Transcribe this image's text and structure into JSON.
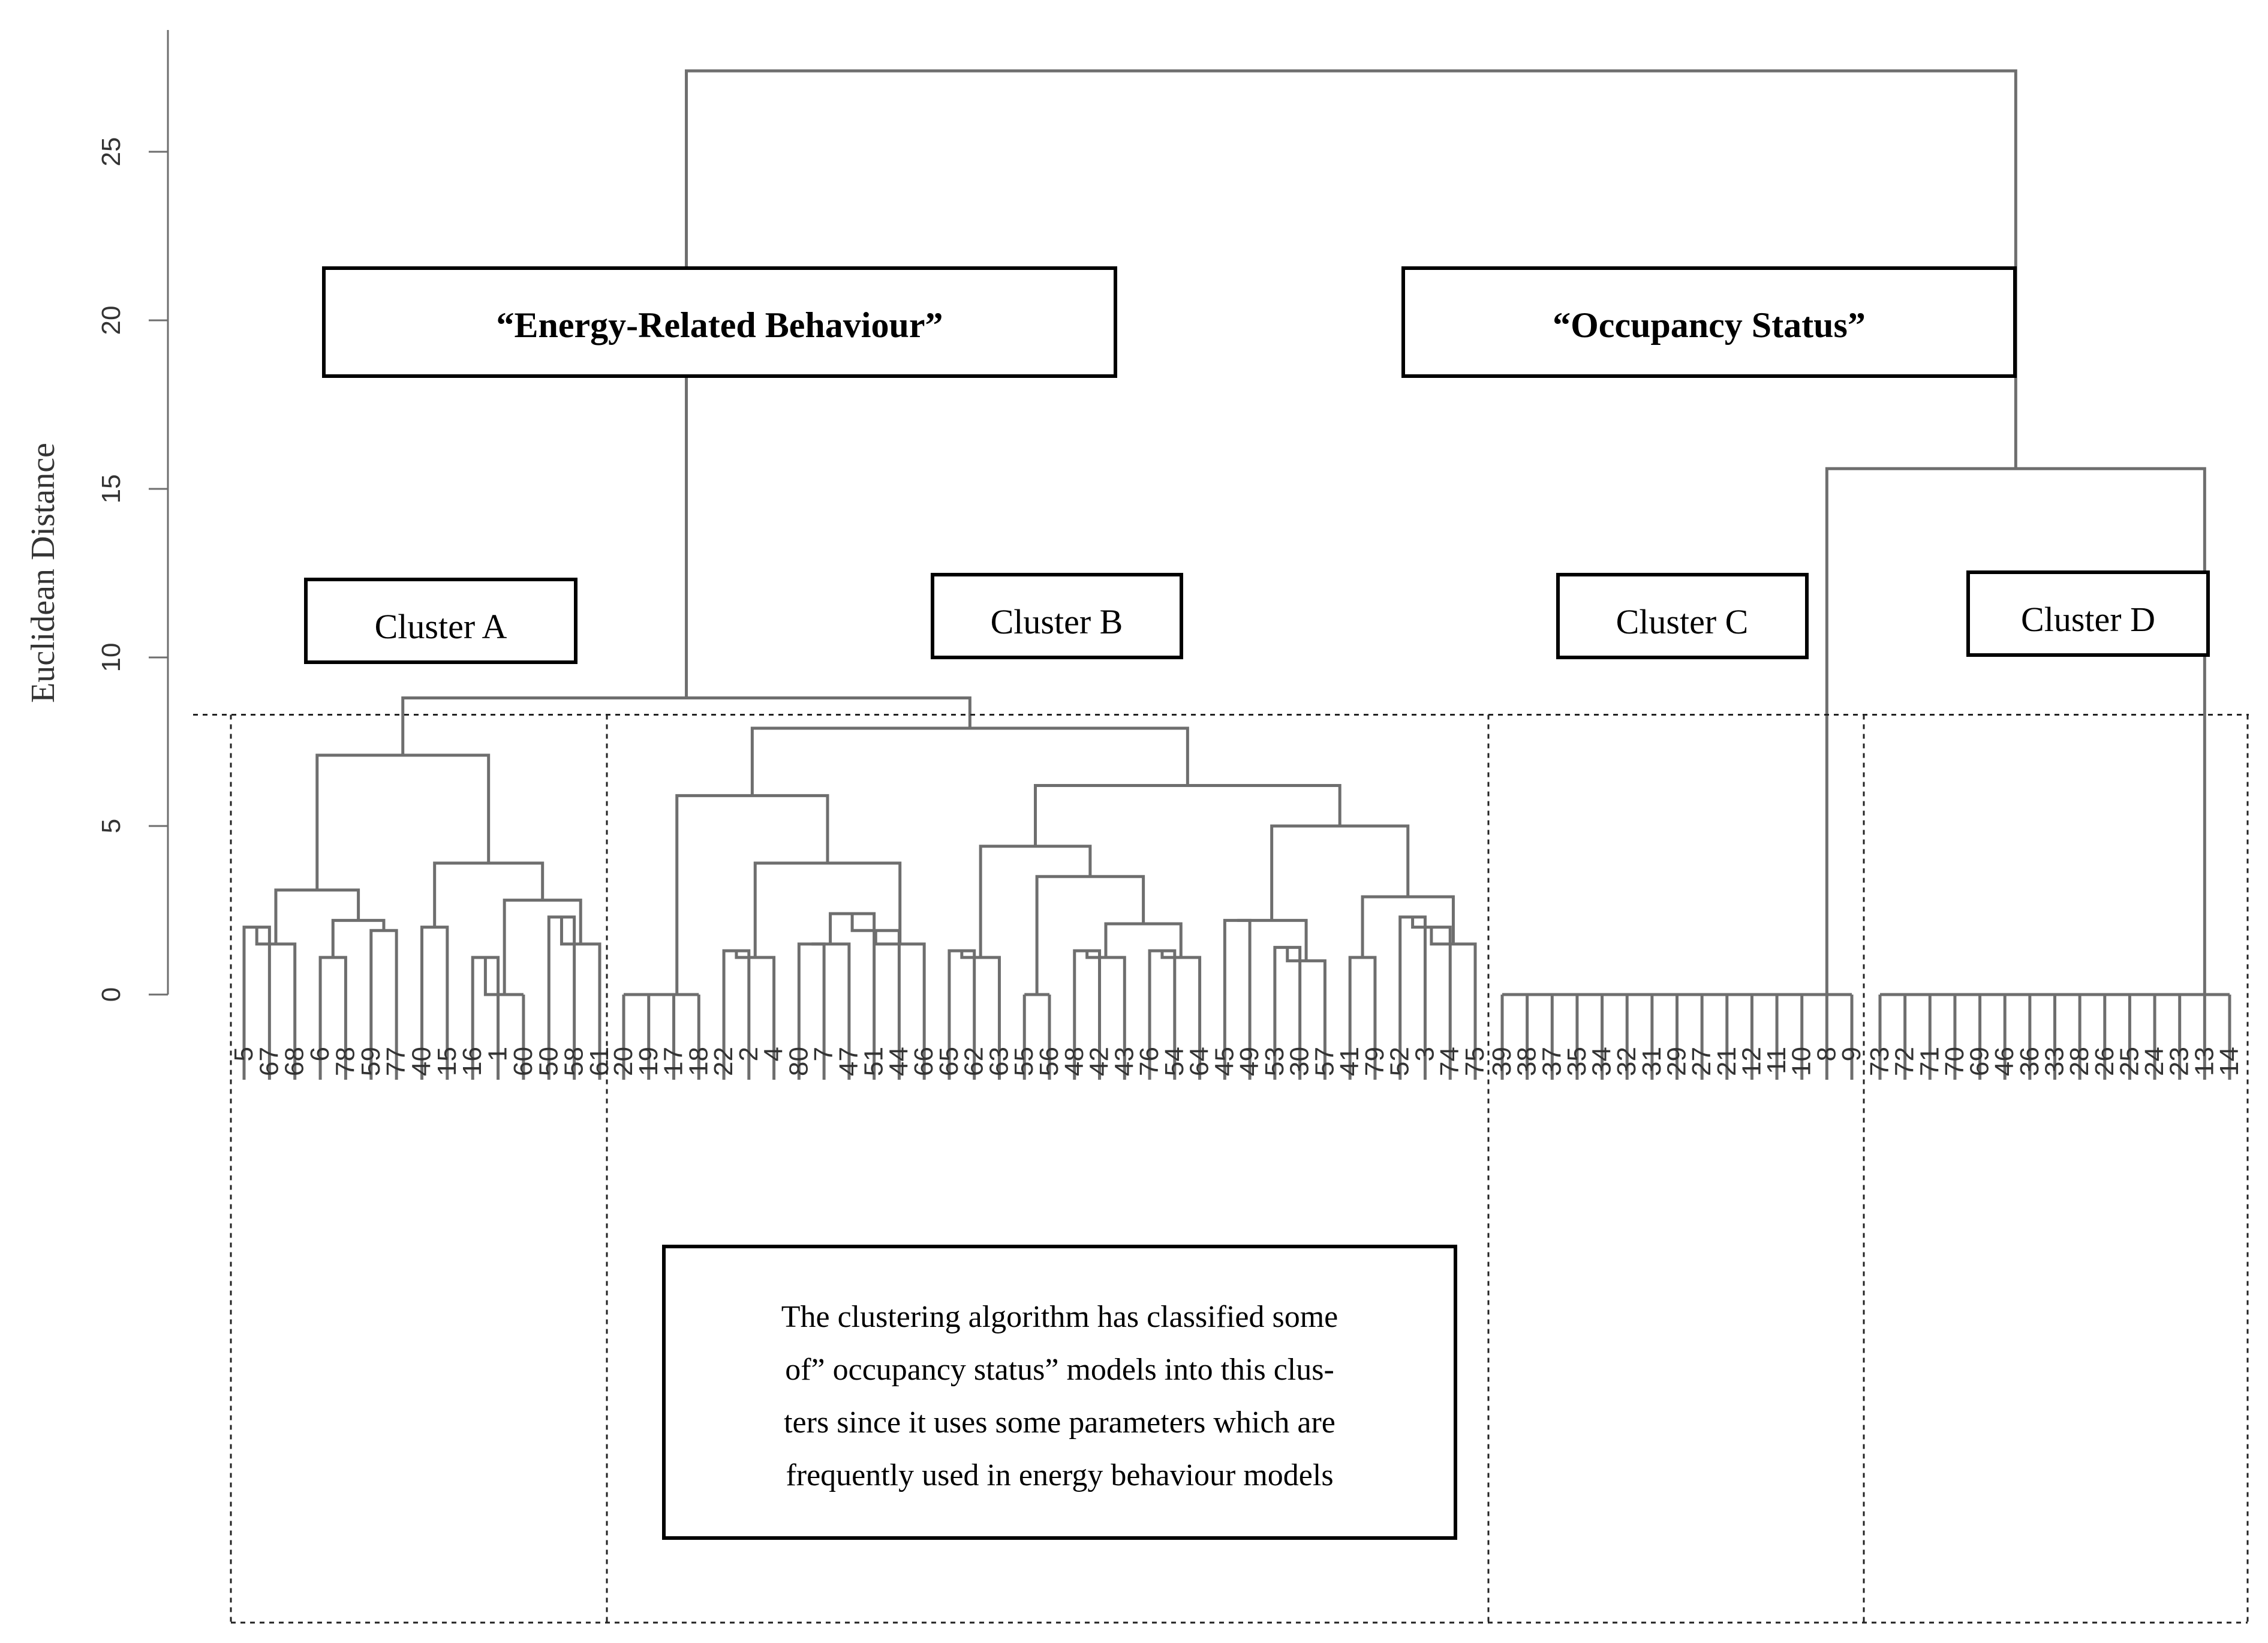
{
  "chart_data": {
    "type": "dendrogram",
    "ylabel": "Euclidean Distance",
    "ylim": [
      0,
      28
    ],
    "yticks": [
      0,
      5,
      10,
      15,
      20,
      25
    ],
    "cut_height": 8.3,
    "groups": [
      {
        "label": "“Energy-Related Behaviour”"
      },
      {
        "label": "“Occupancy Status”"
      }
    ],
    "clusters": [
      {
        "label": "Cluster A"
      },
      {
        "label": "Cluster B"
      },
      {
        "label": "Cluster C"
      },
      {
        "label": "Cluster D"
      }
    ],
    "note_lines": [
      "The clustering algorithm has classified some",
      "of” occupancy  status” models into this clus-",
      "ters since it uses some parameters which are",
      "frequently used in energy behaviour models"
    ],
    "leaves": [
      "5",
      "67",
      "68",
      "6",
      "78",
      "59",
      "77",
      "40",
      "15",
      "16",
      "1",
      "60",
      "50",
      "58",
      "61",
      "20",
      "19",
      "17",
      "18",
      "22",
      "2",
      "4",
      "80",
      "7",
      "47",
      "51",
      "44",
      "66",
      "65",
      "62",
      "63",
      "55",
      "56",
      "48",
      "42",
      "43",
      "76",
      "54",
      "64",
      "45",
      "49",
      "53",
      "30",
      "57",
      "41",
      "79",
      "52",
      "3",
      "74",
      "75",
      "39",
      "38",
      "37",
      "35",
      "34",
      "32",
      "31",
      "29",
      "27",
      "21",
      "12",
      "11",
      "10",
      "8",
      "9",
      "73",
      "72",
      "71",
      "70",
      "69",
      "46",
      "36",
      "33",
      "28",
      "26",
      "25",
      "24",
      "23",
      "13",
      "14"
    ],
    "tree": [
      [
        "5",
        "67",
        2.0
      ],
      [
        "N0",
        "68",
        1.5
      ],
      [
        "6",
        "78",
        1.1
      ],
      [
        "59",
        "77",
        1.9
      ],
      [
        "N2",
        "N3",
        2.2
      ],
      [
        "N1",
        "N4",
        3.1
      ],
      [
        "40",
        "15",
        2.0
      ],
      [
        "16",
        "1",
        1.1
      ],
      [
        "N7",
        "60",
        0.0
      ],
      [
        "50",
        "58",
        2.3
      ],
      [
        "N9",
        "61",
        1.5
      ],
      [
        "N8",
        "N10",
        2.8
      ],
      [
        "N6",
        "N11",
        3.9
      ],
      [
        "N5",
        "N12",
        7.1
      ],
      [
        "20",
        "19",
        0.0
      ],
      [
        "N14",
        "17",
        0.0
      ],
      [
        "N15",
        "18",
        0.0
      ],
      [
        "22",
        "2",
        1.3
      ],
      [
        "N17",
        "4",
        1.1
      ],
      [
        "80",
        "7",
        1.5
      ],
      [
        "N19",
        "47",
        1.5
      ],
      [
        "N20",
        "51",
        2.4
      ],
      [
        "N21",
        "44",
        1.9
      ],
      [
        "N22",
        "66",
        1.5
      ],
      [
        "N18",
        "N23",
        3.9
      ],
      [
        "N16",
        "N24",
        5.9
      ],
      [
        "65",
        "62",
        1.3
      ],
      [
        "N26",
        "63",
        1.1
      ],
      [
        "55",
        "56",
        0.0
      ],
      [
        "48",
        "42",
        1.3
      ],
      [
        "N29",
        "43",
        1.1
      ],
      [
        "76",
        "54",
        1.3
      ],
      [
        "N31",
        "64",
        1.1
      ],
      [
        "N30",
        "N32",
        2.1
      ],
      [
        "N28",
        "N33",
        3.5
      ],
      [
        "N27",
        "N34",
        4.4
      ],
      [
        "45",
        "49",
        2.2
      ],
      [
        "53",
        "30",
        1.4
      ],
      [
        "N37",
        "57",
        1.0
      ],
      [
        "N36",
        "N38",
        2.2
      ],
      [
        "41",
        "79",
        1.1
      ],
      [
        "52",
        "3",
        2.3
      ],
      [
        "N41",
        "74",
        2.0
      ],
      [
        "N42",
        "75",
        1.5
      ],
      [
        "N40",
        "N43",
        2.9
      ],
      [
        "N39",
        "N44",
        5.0
      ],
      [
        "N35",
        "N45",
        6.2
      ],
      [
        "N25",
        "N46",
        7.9
      ],
      [
        "N13",
        "N47",
        8.8
      ],
      [
        "39",
        "38",
        0.0
      ],
      [
        "N49",
        "37",
        0.0
      ],
      [
        "N50",
        "35",
        0.0
      ],
      [
        "N51",
        "34",
        0.0
      ],
      [
        "N52",
        "32",
        0.0
      ],
      [
        "N53",
        "31",
        0.0
      ],
      [
        "N54",
        "29",
        0.0
      ],
      [
        "N55",
        "27",
        0.0
      ],
      [
        "N56",
        "21",
        0.0
      ],
      [
        "N57",
        "12",
        0.0
      ],
      [
        "N58",
        "11",
        0.0
      ],
      [
        "N59",
        "10",
        0.0
      ],
      [
        "N60",
        "8",
        0.0
      ],
      [
        "N61",
        "9",
        0.0
      ],
      [
        "73",
        "72",
        0.0
      ],
      [
        "N63",
        "71",
        0.0
      ],
      [
        "N64",
        "70",
        0.0
      ],
      [
        "N65",
        "69",
        0.0
      ],
      [
        "N66",
        "46",
        0.0
      ],
      [
        "N67",
        "36",
        0.0
      ],
      [
        "N68",
        "33",
        0.0
      ],
      [
        "N69",
        "28",
        0.0
      ],
      [
        "N70",
        "26",
        0.0
      ],
      [
        "N71",
        "25",
        0.0
      ],
      [
        "N72",
        "24",
        0.0
      ],
      [
        "N73",
        "23",
        0.0
      ],
      [
        "N74",
        "13",
        0.0
      ],
      [
        "N75",
        "14",
        0.0
      ],
      [
        "N62",
        "N76",
        15.6
      ],
      [
        "N48",
        "N77",
        27.4
      ]
    ]
  }
}
